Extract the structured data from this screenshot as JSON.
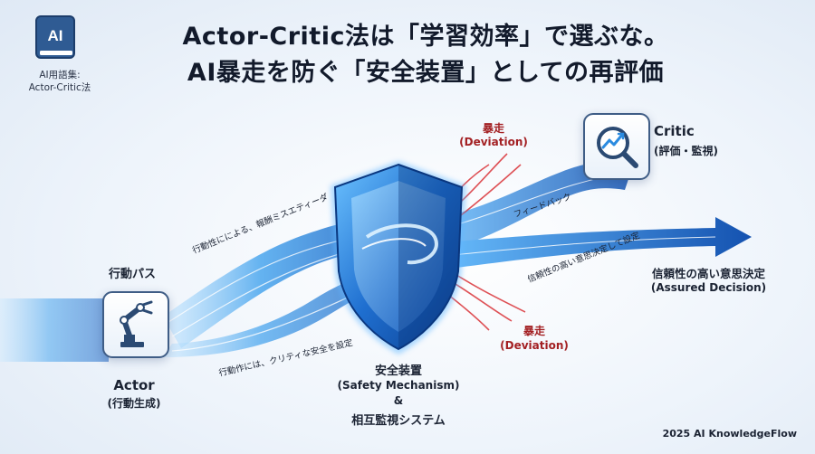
{
  "badge": {
    "icon_text": "AI",
    "line1": "AI用語集:",
    "line2": "Actor-Critic法"
  },
  "title": {
    "line1": "Actor-Critic法は「学習効率」で選ぶな。",
    "line2": "AI暴走を防ぐ「安全装置」としての再評価"
  },
  "actor": {
    "path_label": "行動パス",
    "name": "Actor",
    "role": "(行動生成)",
    "icon": "robot-arm-icon"
  },
  "critic": {
    "name": "Critic",
    "role": "(評価・監視)",
    "icon": "chart-magnifier-icon"
  },
  "shield": {
    "line1": "安全装置",
    "line2": "(Safety Mechanism)",
    "line3": "&",
    "line4": "相互監視システム",
    "icon": "shield-icon"
  },
  "deviation_top": {
    "jp": "暴走",
    "en": "(Deviation)"
  },
  "deviation_bottom": {
    "jp": "暴走",
    "en": "(Deviation)"
  },
  "stream_texts": {
    "upper_left": "行動性にによる、報酬ミスエティーダ",
    "lower_left": "行動作には、クリティな安全を設定",
    "feedback": "フィードバック",
    "right_lower": "信頼性の高い意思決定して設定"
  },
  "output": {
    "jp": "信頼性の高い意思決定",
    "en": "(Assured Decision)"
  },
  "footer": "2025 AI KnowledgeFlow",
  "colors": {
    "stream_light": "#bfe6ff",
    "stream_mid": "#3f9ce6",
    "stream_dark": "#1557b0",
    "deviation_red": "#d8272d",
    "title": "#121a2b"
  }
}
